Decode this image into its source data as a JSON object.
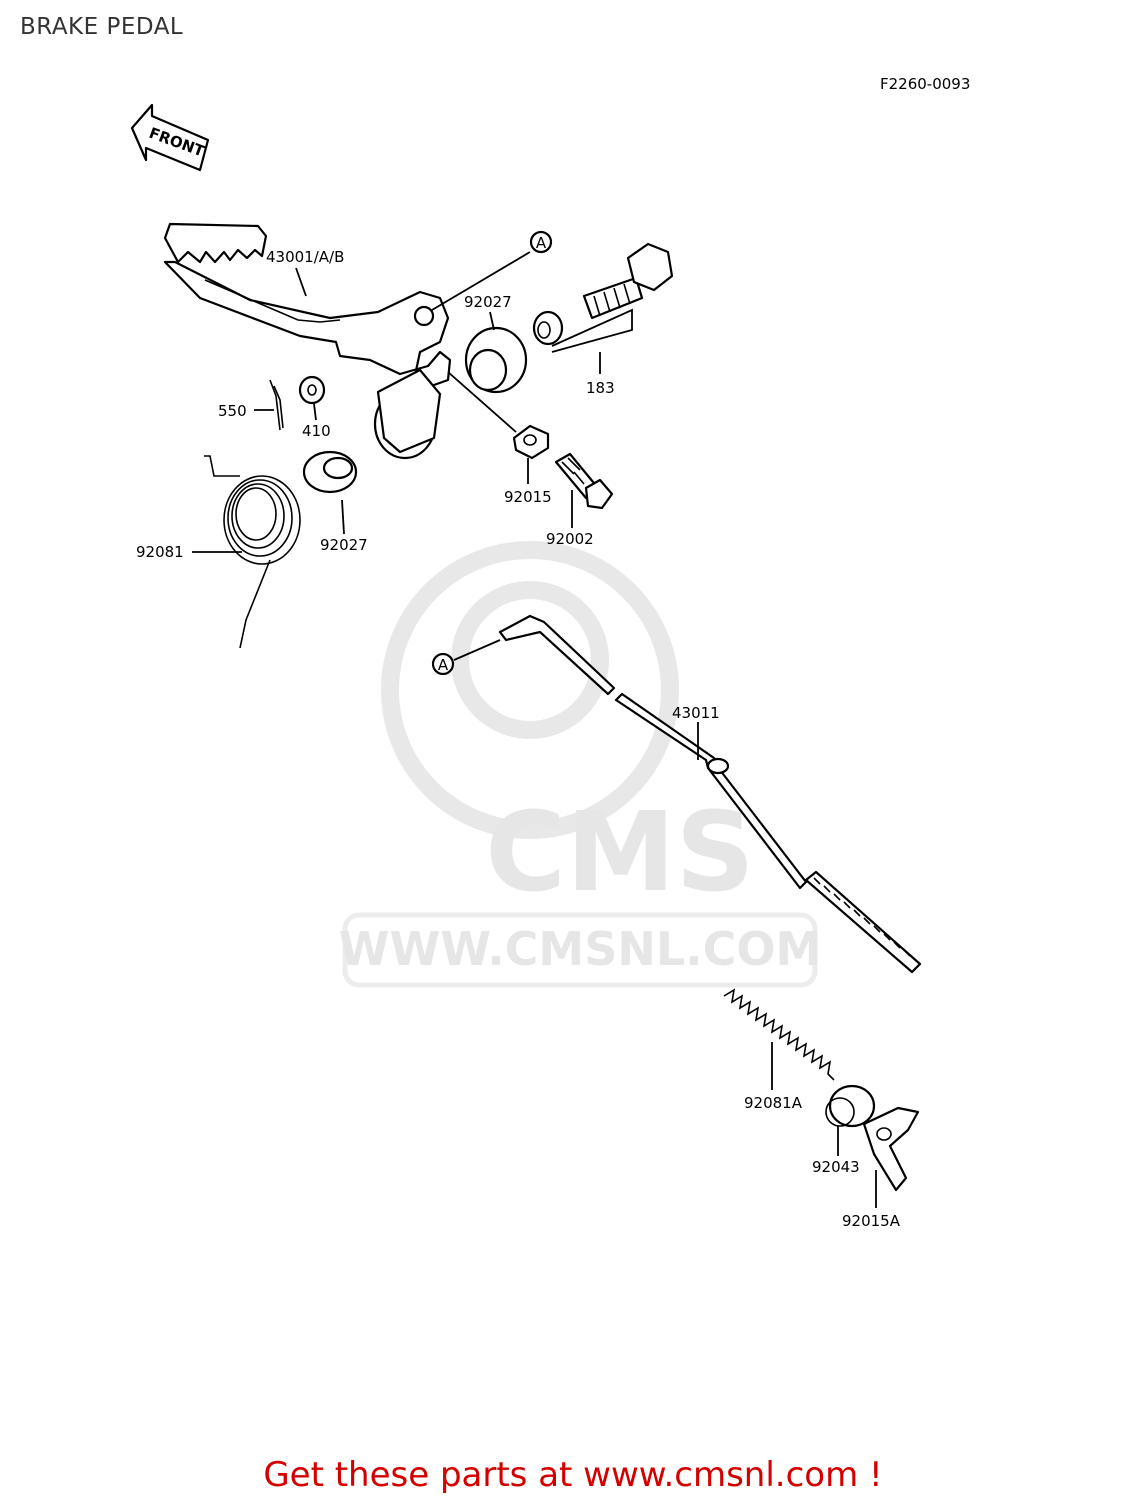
{
  "page": {
    "title": "BRAKE PEDAL"
  },
  "diagram": {
    "figure_code": "F2260-0093",
    "front_label": "FRONT",
    "callout_marker": "A",
    "parts": {
      "brake_pedal": "43001/A/B",
      "collar_upper": "92027",
      "bolt": "183",
      "cotter_pin": "550",
      "washer": "410",
      "nut_upper": "92015",
      "pivot_bolt": "92002",
      "collar_lower": "92027",
      "torsion_spring": "92081",
      "brake_rod": "43011",
      "rod_spring": "92081A",
      "joint": "92043",
      "wing_nut": "92015A"
    }
  },
  "watermark": {
    "brand": "CMS",
    "url": "WWW.CMSNL.COM"
  },
  "footer": {
    "cta_text": "Get these parts at www.cmsnl.com !"
  },
  "colors": {
    "cta": "#d40000",
    "watermark": "#e6e6e6",
    "line_art": "#000000"
  }
}
